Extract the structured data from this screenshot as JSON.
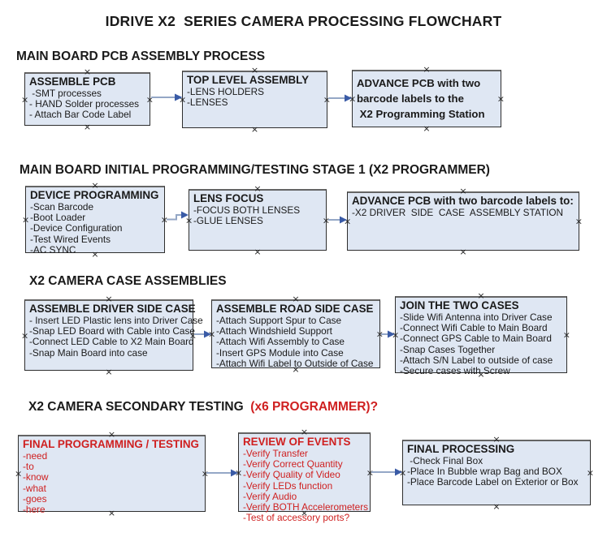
{
  "title": "IDRIVE X2  SERIES CAMERA PROCESSING FLOWCHART",
  "sections": {
    "s1": {
      "header": "MAIN BOARD PCB ASSEMBLY PROCESS"
    },
    "s2": {
      "header": "MAIN BOARD INITIAL PROGRAMMING/TESTING STAGE 1 (X2 PROGRAMMER)"
    },
    "s3": {
      "header": "X2 CAMERA CASE ASSEMBLIES"
    },
    "s4": {
      "header_black": "X2 CAMERA SECONDARY TESTING ",
      "header_red": " (x6 PROGRAMMER)?"
    }
  },
  "boxes": {
    "assemble_pcb": {
      "title": "ASSEMBLE PCB",
      "items": [
        " -SMT processes",
        "- HAND Solder processes",
        "- Attach Bar Code Label"
      ]
    },
    "top_level_assembly": {
      "title": "TOP LEVEL ASSEMBLY",
      "items": [
        "-LENS HOLDERS",
        "-LENSES"
      ]
    },
    "advance_pcb_programming_station": {
      "items": [
        "ADVANCE PCB with two",
        "barcode labels to the",
        " X2 Programming Station"
      ]
    },
    "device_programming": {
      "title": "DEVICE PROGRAMMING",
      "items": [
        "-Scan Barcode",
        "-Boot Loader",
        "-Device Configuration",
        "-Test Wired Events",
        "-AC SYNC"
      ]
    },
    "lens_focus": {
      "title": "LENS FOCUS",
      "items": [
        "-FOCUS BOTH LENSES",
        "-GLUE LENSES"
      ]
    },
    "advance_pcb_driver_side": {
      "title": "ADVANCE PCB with two barcode labels to:",
      "items": [
        "-X2 DRIVER  SIDE  CASE  ASSEMBLY STATION"
      ]
    },
    "assemble_driver_side_case": {
      "title": "ASSEMBLE DRIVER SIDE CASE",
      "items": [
        "- Insert LED Plastic lens into Driver Case",
        "-Snap LED Board with Cable into Case",
        "-Connect LED Cable to X2 Main Board",
        "-Snap Main Board into case"
      ]
    },
    "assemble_road_side_case": {
      "title": "ASSEMBLE ROAD SIDE CASE",
      "items": [
        "-Attach Support Spur to Case",
        "-Attach Windshield Support",
        "-Attach Wifi Assembly to Case",
        "-Insert GPS Module into Case",
        "-Attach Wifi Label to Outside of Case"
      ]
    },
    "join_the_two_cases": {
      "title": "JOIN THE TWO CASES",
      "items": [
        "-Slide Wifi Antenna into Driver Case",
        "-Connect Wifi Cable to Main Board",
        "-Connect GPS Cable to Main Board",
        "-Snap Cases Together",
        "-Attach S/N Label to outside of case",
        "-Secure cases with Screw"
      ]
    },
    "final_programming_testing": {
      "title": "FINAL PROGRAMMING / TESTING",
      "items": [
        "-need",
        "-to",
        "-know",
        "-what",
        "-goes",
        "-here"
      ]
    },
    "review_of_events": {
      "title": "REVIEW OF EVENTS",
      "items": [
        "-Verify Transfer",
        "-Verify Correct Quantity",
        "-Verify Quality of Video",
        "-Verify LEDs function",
        "-Verify Audio",
        "-Verify BOTH Accelerometers",
        "-Test of accessory ports?"
      ]
    },
    "final_processing": {
      "title": "FINAL PROCESSING",
      "items": [
        " -Check Final Box",
        "-Place In Bubble wrap Bag and BOX",
        "-Place Barcode Label on Exterior or Box"
      ]
    }
  },
  "icons": {
    "connection_handle": "×"
  },
  "colors": {
    "box_fill": "#dfe7f3",
    "box_border": "#2e2e2e",
    "box_border_top": "#646464",
    "accent_red": "#cf2020",
    "arrow_line": "#94a7c6",
    "arrow_head": "#3a5ba6",
    "text": "#1a1a1a"
  }
}
